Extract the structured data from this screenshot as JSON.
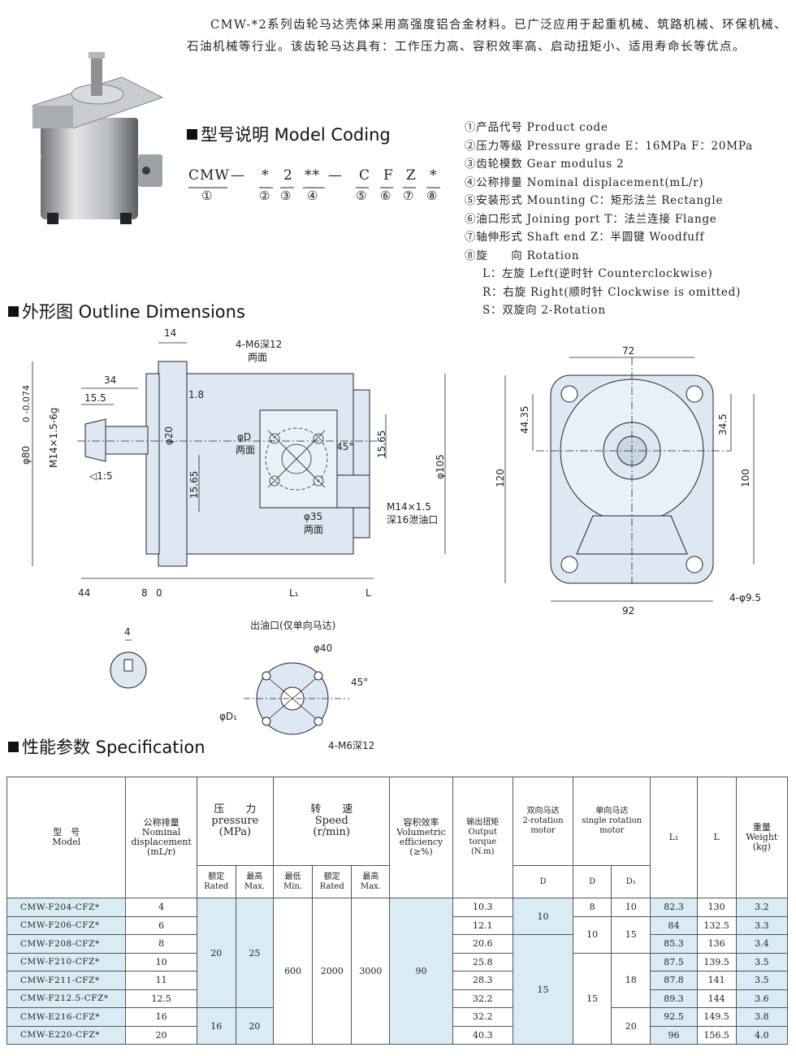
{
  "intro": "CMW-*2系列齿轮马达壳体采用高强度铝合金材料。已广泛应用于起重机械、筑路机械、环保机械、石油机械等行业。该齿轮马达具有：工作压力高、容积效率高、启动扭矩小、适用寿命长等优点。",
  "model_coding": {
    "title": "型号说明 Model Coding",
    "code_parts": [
      "CMW",
      "—",
      "*",
      "2",
      "**",
      "—",
      "C",
      "F",
      "Z",
      "*"
    ],
    "code_numbers": [
      "①",
      "②",
      "③",
      "④",
      "⑤",
      "⑥",
      "⑦",
      "⑧"
    ],
    "legend": [
      "①产品代号 Product code",
      "②压力等级 Pressure grade E：16MPa F：20MPa",
      "③齿轮模数 Gear modulus 2",
      "④公称排量 Nominal displacement(mL/r)",
      "⑤安装形式 Mounting C：矩形法兰 Rectangle",
      "⑥油口形式 Joining port T：法兰连接 Flange",
      "⑦轴伸形式 Shaft end Z：半圆键 Woodfuff",
      "⑧旋　　向 Rotation"
    ],
    "rotation_options": [
      "L：左旋 Left(逆时针 Counterclockwise)",
      "R：右旋 Right(顺时针 Clockwise is omitted)",
      "S：双旋向 2-Rotation"
    ]
  },
  "outline": {
    "title": "外形图 Outline Dimensions",
    "labels": {
      "d14": "14",
      "d34": "34",
      "d15_5": "15.5",
      "d1_8": "1.8",
      "phi20": "φ20",
      "phi80": "φ80",
      "phi80_tol": "0 -0.074",
      "thread": "M14×1.5-6g",
      "taper": "◁1:5",
      "m6_top": "4-M6深12",
      "m6_top_sub": "两面",
      "phiD": "φD",
      "phiD_sub": "两面",
      "angle45": "45°",
      "d15_65a": "15.65",
      "d15_65b": "15.65",
      "phi35": "φ35",
      "phi35_sub": "两面",
      "phi105": "φ105",
      "m14": "M14×1.5",
      "drain": "深16泄油口",
      "d44": "44",
      "d8": "8",
      "d0": "0",
      "L1": "L₁",
      "L": "L",
      "d72": "72",
      "d44_35": "44.35",
      "d34_5": "34.5",
      "d120": "120",
      "d100": "100",
      "d92": "92",
      "holes": "4-φ9.5",
      "key4": "4",
      "outlet_title": "出油口(仅单向马达)",
      "phi40": "φ40",
      "angle45b": "45°",
      "phiD1": "φD₁",
      "m6_bottom": "4-M6深12"
    }
  },
  "spec": {
    "title": "性能参数 Specification",
    "headers": {
      "model": [
        "型　号",
        "Model"
      ],
      "displacement": [
        "公称排量",
        "Nominal",
        "displacement",
        "(mL/r)"
      ],
      "pressure": [
        "压　　力",
        "pressure",
        "(MPa)"
      ],
      "rated": [
        "额定",
        "Rated"
      ],
      "max": [
        "最高",
        "Max."
      ],
      "speed": [
        "转　　速",
        "Speed",
        "(r/min)"
      ],
      "min": [
        "最低",
        "Min."
      ],
      "speed_rated": [
        "额定",
        "Rated"
      ],
      "speed_max": [
        "最高",
        "Max."
      ],
      "efficiency": [
        "容积效率",
        "Volumetric",
        "efficiency",
        "(≥%)"
      ],
      "torque": [
        "输出扭矩",
        "Output",
        "torque",
        "(N.m)"
      ],
      "two_rot": [
        "双向马达",
        "2-rotation",
        "motor"
      ],
      "single_rot": [
        "单向马达",
        "single rotation",
        "motor"
      ],
      "D": "D",
      "D1": "D₁",
      "L1": "L₁",
      "L": "L",
      "weight": [
        "重量",
        "Weight",
        "(kg)"
      ]
    },
    "rows": [
      {
        "model": "CMW-F204-CFZ*",
        "disp": "4",
        "torque": "10.3",
        "L1": "82.3",
        "L": "130",
        "weight": "3.2"
      },
      {
        "model": "CMW-F206-CFZ*",
        "disp": "6",
        "torque": "12.1",
        "L1": "84",
        "L": "132.5",
        "weight": "3.3"
      },
      {
        "model": "CMW-F208-CFZ*",
        "disp": "8",
        "torque": "20.6",
        "L1": "85.3",
        "L": "136",
        "weight": "3.4"
      },
      {
        "model": "CMW-F210-CFZ*",
        "disp": "10",
        "torque": "25.8",
        "L1": "87.5",
        "L": "139.5",
        "weight": "3.5"
      },
      {
        "model": "CMW-F211-CFZ*",
        "disp": "11",
        "torque": "28.3",
        "L1": "87.8",
        "L": "141",
        "weight": "3.5"
      },
      {
        "model": "CMW-F212.5-CFZ*",
        "disp": "12.5",
        "torque": "32.2",
        "L1": "89.3",
        "L": "144",
        "weight": "3.6"
      },
      {
        "model": "CMW-E216-CFZ*",
        "disp": "16",
        "torque": "32.2",
        "L1": "92.5",
        "L": "149.5",
        "weight": "3.8"
      },
      {
        "model": "CMW-E220-CFZ*",
        "disp": "20",
        "torque": "40.3",
        "L1": "96",
        "L": "156.5",
        "weight": "4.0"
      }
    ],
    "merged": {
      "rated_F": "20",
      "max_F": "25",
      "rated_E": "16",
      "max_E": "20",
      "speed_min": "600",
      "speed_rated": "2000",
      "speed_max": "3000",
      "efficiency": "90",
      "two_D_a": "10",
      "two_D_b": "15",
      "single_D_a": "8",
      "single_D1_a": "10",
      "single_D_b": "10",
      "single_D1_b": "15",
      "single_D_c": "15",
      "single_D1_c": "18",
      "single_D1_d": "20"
    }
  },
  "colors": {
    "drawing_fill": "#dde8f4",
    "table_highlight": "#d9ecf6",
    "line": "#222222"
  }
}
